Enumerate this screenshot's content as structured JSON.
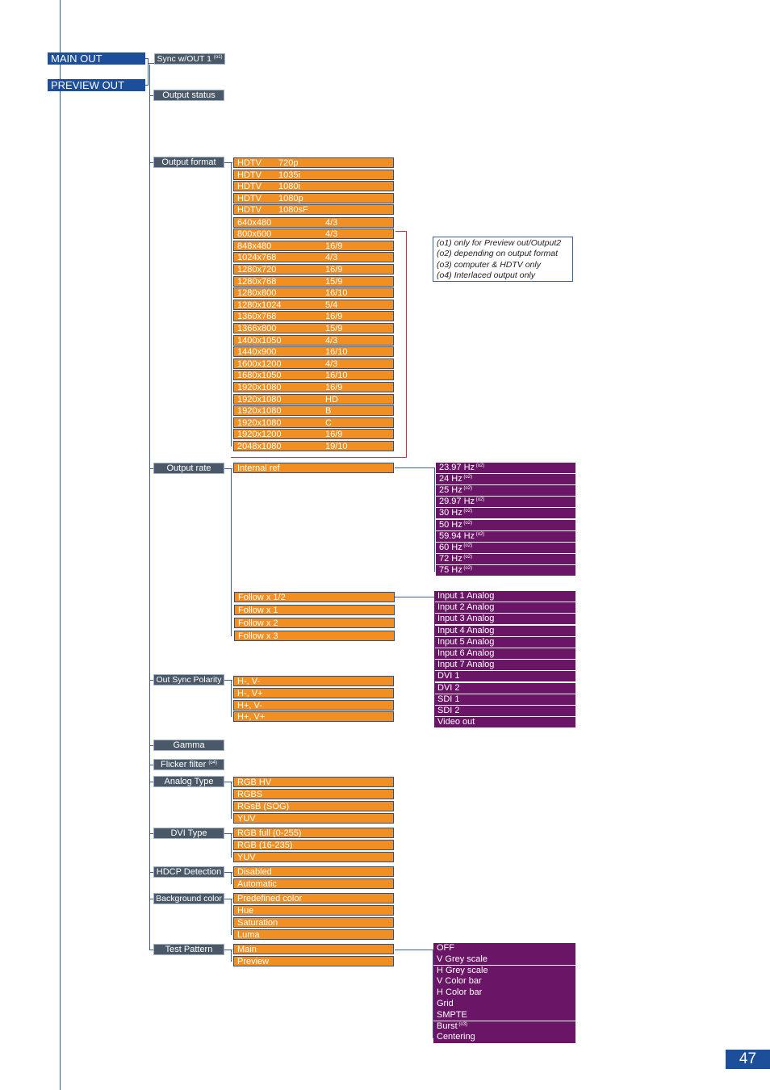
{
  "top_menus": [
    "MAIN OUT",
    "PREVIEW OUT"
  ],
  "sync_item": {
    "label": "Sync w/OUT 1",
    "note": "(o1)"
  },
  "output_status": "Output status",
  "output_format": {
    "label": "Output format",
    "hdtv": [
      {
        "a": "HDTV",
        "b": "720p"
      },
      {
        "a": "HDTV",
        "b": "1035i"
      },
      {
        "a": "HDTV",
        "b": "1080i"
      },
      {
        "a": "HDTV",
        "b": "1080p"
      },
      {
        "a": "HDTV",
        "b": "1080sF"
      }
    ],
    "computer": [
      {
        "a": "640x480",
        "b": "4/3"
      },
      {
        "a": "800x600",
        "b": "4/3"
      },
      {
        "a": "848x480",
        "b": "16/9"
      },
      {
        "a": "1024x768",
        "b": "4/3"
      },
      {
        "a": "1280x720",
        "b": "16/9"
      },
      {
        "a": "1280x768",
        "b": "15/9"
      },
      {
        "a": "1280x800",
        "b": "16/10"
      },
      {
        "a": "1280x1024",
        "b": "5/4"
      },
      {
        "a": "1360x768",
        "b": "16/9"
      },
      {
        "a": "1366x800",
        "b": "15/9"
      },
      {
        "a": "1400x1050",
        "b": "4/3"
      },
      {
        "a": "1440x900",
        "b": "16/10"
      },
      {
        "a": "1600x1200",
        "b": "4/3"
      },
      {
        "a": "1680x1050",
        "b": "16/10"
      },
      {
        "a": "1920x1080",
        "b": "16/9"
      },
      {
        "a": "1920x1080",
        "b": "HD"
      },
      {
        "a": "1920x1080",
        "b": "B"
      },
      {
        "a": "1920x1080",
        "b": "C"
      },
      {
        "a": "1920x1200",
        "b": "16/9"
      },
      {
        "a": "2048x1080",
        "b": "19/10"
      }
    ]
  },
  "notes": [
    "(o1) only for Preview out/Output2",
    "(o2) depending on output format",
    "(o3) computer & HDTV only",
    "(o4) Interlaced output only"
  ],
  "output_rate": {
    "label": "Output rate",
    "internal_ref": "Internal ref",
    "rates": [
      "23.97 Hz",
      "24 Hz",
      "25 Hz",
      "29.97 Hz",
      "30 Hz",
      "50 Hz",
      "59.94 Hz",
      "60 Hz",
      "72 Hz",
      "75 Hz"
    ],
    "rate_note": "(o2)",
    "follow": [
      "Follow x 1/2",
      "Follow x 1",
      "Follow x 2",
      "Follow x 3"
    ],
    "inputs": [
      "Input 1 Analog",
      "Input 2 Analog",
      "Input 3 Analog",
      "Input 4 Analog",
      "Input 5 Analog",
      "Input 6 Analog",
      "Input 7 Analog",
      "DVI 1",
      "DVI 2",
      "SDI 1",
      "SDI 2",
      "Video out"
    ]
  },
  "out_sync_polarity": {
    "label": "Out Sync Polarity",
    "options": [
      "H-, V-",
      "H-, V+",
      "H+, V-",
      "H+, V+"
    ]
  },
  "gamma": "Gamma",
  "flicker_filter": {
    "label": "Flicker filter",
    "note": "(o4)"
  },
  "analog_type": {
    "label": "Analog Type",
    "options": [
      "RGB HV",
      "RGBS",
      "RGsB (SOG)",
      "YUV"
    ]
  },
  "dvi_type": {
    "label": "DVI Type",
    "options": [
      "RGB full (0-255)",
      "RGB      (16-235)",
      "YUV"
    ]
  },
  "hdcp": {
    "label": "HDCP Detection",
    "options": [
      "Disabled",
      "Automatic"
    ]
  },
  "background_color": {
    "label": "Background color",
    "options": [
      "Predefined color",
      "Hue",
      "Saturation",
      "Luma"
    ]
  },
  "test_pattern": {
    "label": "Test Pattern",
    "options": [
      "Main",
      "Preview"
    ],
    "patterns": [
      "OFF",
      "V Grey scale",
      "H Grey scale",
      "V Color bar",
      "H Color bar",
      "Grid",
      "SMPTE",
      "Burst",
      "Centering"
    ],
    "burst_note": "(o3)"
  },
  "page_number": "47"
}
